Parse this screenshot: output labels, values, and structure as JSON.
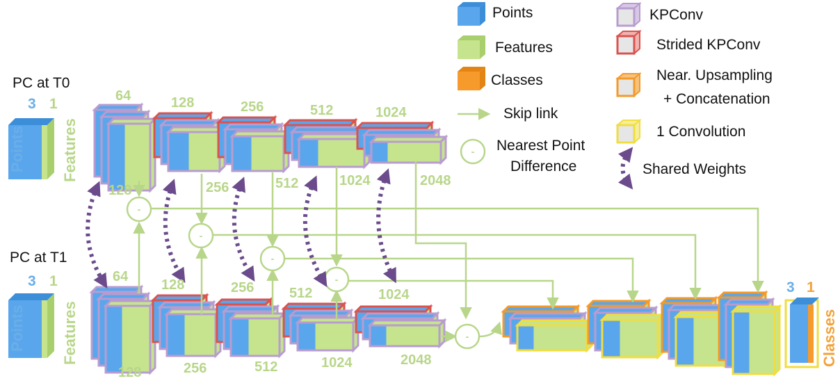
{
  "legend": {
    "points": "Points",
    "features": "Features",
    "classes": "Classes",
    "skip_link": "Skip link",
    "nearest_1": "Nearest Point",
    "nearest_2": "Difference",
    "kpconv": "KPConv",
    "strided": "Strided KPConv",
    "upsampling_1": "Near. Upsampling",
    "upsampling_2": "+ Concatenation",
    "conv1": "1 Convolution",
    "shared": "Shared Weights"
  },
  "t0": {
    "title": "PC at T0",
    "dim_points": "3",
    "dim_features": "1",
    "side_points": "Points",
    "side_features": "Features",
    "top_labels": [
      "64",
      "128",
      "256",
      "512",
      "1024"
    ],
    "bottom_labels": [
      "128",
      "256",
      "512",
      "1024",
      "2048"
    ]
  },
  "t1": {
    "title": "PC at T1",
    "dim_points": "3",
    "dim_features": "1",
    "side_points": "Points",
    "side_features": "Features",
    "top_labels": [
      "64",
      "128",
      "256",
      "512",
      "1024"
    ],
    "bottom_labels": [
      "128",
      "256",
      "512",
      "1024",
      "2048"
    ]
  },
  "diff_symbol": "-",
  "output": {
    "dim_points": "3",
    "dim_classes": "1",
    "side_classes": "Classes"
  },
  "colors": {
    "points": "#5aa6ec",
    "features": "#c6e48e",
    "classes": "#f59a2b",
    "kpconv_border": "#b89cd0",
    "strided_border": "#d9534f",
    "upsampling_border": "#f39a2a",
    "conv_border": "#f0dd40",
    "skip": "#b8d68a",
    "shared": "#6b4b8b"
  }
}
